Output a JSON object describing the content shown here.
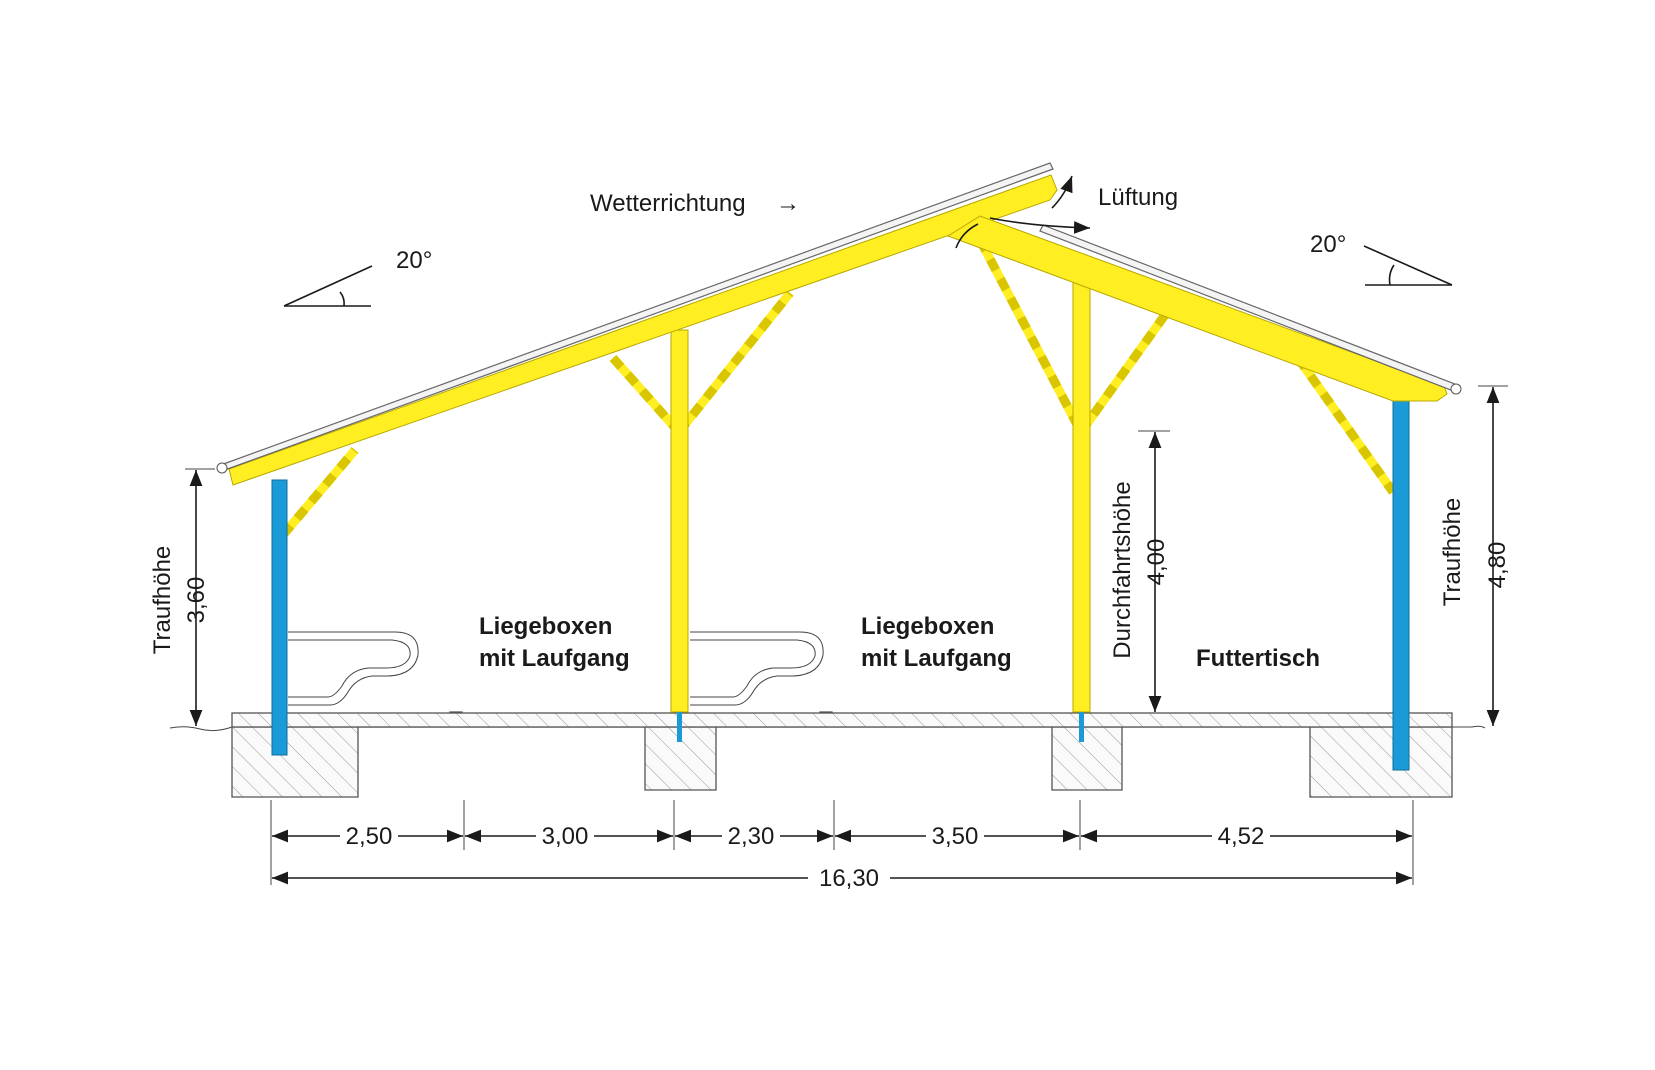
{
  "colors": {
    "timber": "#ffee22",
    "steel_post": "#1a9ad6",
    "line": "#1a1a1a"
  },
  "labels": {
    "wetterrichtung": "Wetterrichtung",
    "arrow": "→",
    "lueftung": "Lüftung",
    "angle_left": "20°",
    "angle_right": "20°",
    "liegeboxen_1_line1": "Liegeboxen",
    "liegeboxen_1_line2": "mit Laufgang",
    "liegeboxen_2_line1": "Liegeboxen",
    "liegeboxen_2_line2": "mit Laufgang",
    "futtertisch": "Futtertisch",
    "traufhoehe_left": "Traufhöhe",
    "traufhoehe_left_value": "3,60",
    "durchfahrtshoehe": "Durchfahrtshöhe",
    "durchfahrtshoehe_value": "4,00",
    "traufhoehe_right": "Traufhöhe",
    "traufhoehe_right_value": "4,80"
  },
  "dimensions": {
    "segments": [
      "2,50",
      "3,00",
      "2,30",
      "3,50",
      "4,52"
    ],
    "total": "16,30"
  }
}
